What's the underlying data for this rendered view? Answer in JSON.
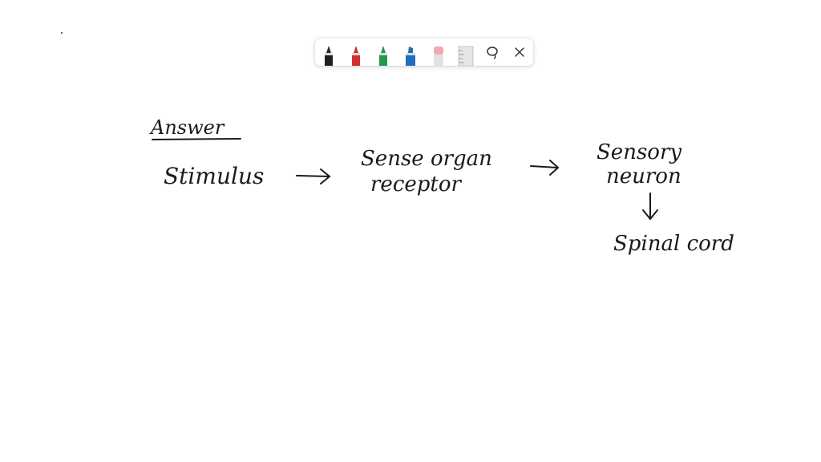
{
  "toolbar": {
    "tools": [
      {
        "name": "pen-black",
        "color": "#1f1f1f"
      },
      {
        "name": "pen-red",
        "color": "#d62f2f"
      },
      {
        "name": "pen-green",
        "color": "#1e9a4a"
      },
      {
        "name": "highlighter-blue",
        "color": "#1f6fbf"
      },
      {
        "name": "eraser",
        "color": "#f3a7b5"
      },
      {
        "name": "ruler",
        "color": "#cfcfcf"
      },
      {
        "name": "lasso-select",
        "icon": "lasso-icon"
      },
      {
        "name": "close",
        "icon": "close-icon"
      }
    ]
  },
  "whiteboard": {
    "heading": "Answer",
    "stimulus": "Stimulus",
    "sense_organ_line1": "Sense organ",
    "sense_organ_line2": "receptor",
    "sensory_neuron_line1": "Sensory",
    "sensory_neuron_line2": "neuron",
    "spinal_cord": "Spinal cord"
  }
}
